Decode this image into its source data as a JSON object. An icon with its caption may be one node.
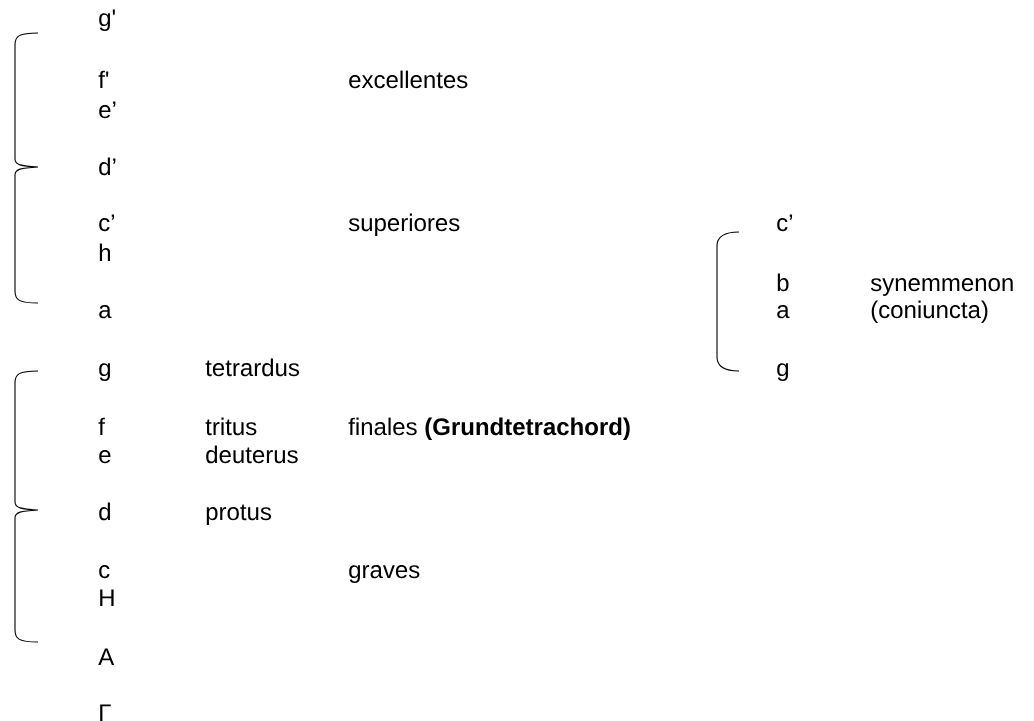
{
  "diagram": {
    "labels": [
      "g'",
      "f'",
      "excellentes",
      "e’",
      "d’",
      "c’",
      "superiores",
      "c’",
      "h",
      "b",
      "synemmenon",
      "a",
      "a",
      "(coniuncta)",
      "g",
      "tetrardus",
      "g",
      "f",
      "tritus",
      "finales **(Grundtetrachord)**",
      "e",
      "deuterus",
      "d",
      "protus",
      "c",
      "graves",
      "H",
      "A",
      "Γ"
    ]
  }
}
